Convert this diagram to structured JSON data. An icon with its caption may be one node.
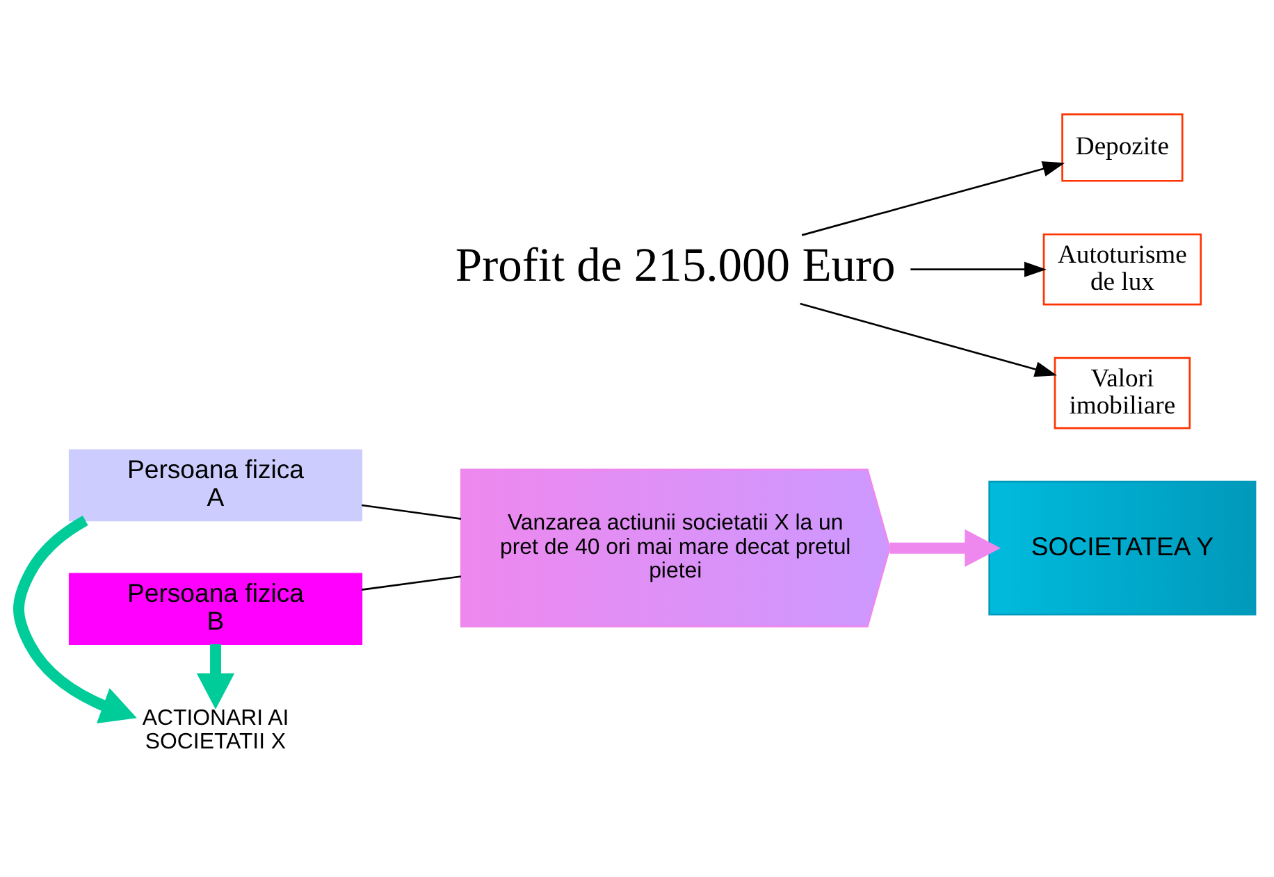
{
  "diagram": {
    "nodes": [
      {
        "text": [
          "Persoana fizica A"
        ]
      },
      {
        "text": [
          "ACTIONARI AI SOCIETATII X"
        ]
      },
      {
        "text": [
          "Persoana fizica B"
        ]
      },
      {
        "text": [
          "Vanzarea actiunii societatii X la un pret de 40 ori mai mare decat pretul pietei"
        ]
      },
      {
        "text": [
          "SOCIETATEA Y"
        ]
      },
      {
        "text": [
          "Profit de 215.000 Euro"
        ]
      },
      {
        "text": [
          "Depozite"
        ]
      },
      {
        "text": [
          "Autoturisme de lux"
        ]
      },
      {
        "text": [
          "Valori imobiliare"
        ]
      }
    ],
    "edges": [
      {
        "from": 0,
        "to": 1,
        "arrow": "to",
        "style": "thick",
        "color": "#00cc99"
      },
      {
        "from": 2,
        "to": 1,
        "arrow": "to",
        "style": "thick",
        "color": "#00cc99"
      },
      {
        "from": 0,
        "to": 3,
        "arrow": "none"
      },
      {
        "from": 2,
        "to": 3,
        "arrow": "none"
      },
      {
        "from": 3,
        "to": 4,
        "arrow": "to",
        "style": "thick",
        "color": "#ee88ee"
      },
      {
        "from": 5,
        "to": 6,
        "arrow": "to"
      },
      {
        "from": 5,
        "to": 7,
        "arrow": "to"
      },
      {
        "from": 5,
        "to": 8,
        "arrow": "to"
      }
    ]
  }
}
